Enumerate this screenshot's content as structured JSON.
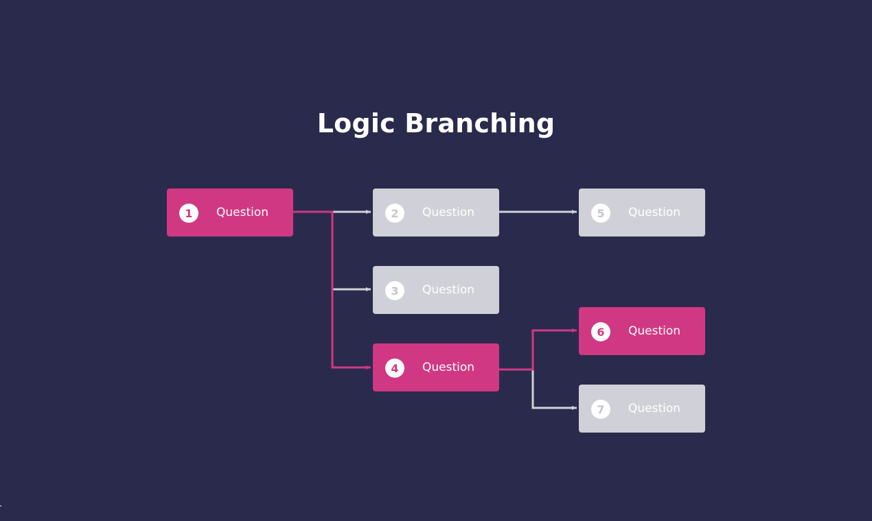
{
  "title": "Logic Branching",
  "colors": {
    "background": "#2a2a4c",
    "active": "#d13883",
    "inactive": "#d0d1d8",
    "active_line": "#d13883",
    "inactive_line": "#d0d1d8"
  },
  "nodes": [
    {
      "number": "1",
      "label": "Question",
      "state": "active"
    },
    {
      "number": "2",
      "label": "Question",
      "state": "inactive"
    },
    {
      "number": "3",
      "label": "Question",
      "state": "inactive"
    },
    {
      "number": "4",
      "label": "Question",
      "state": "active"
    },
    {
      "number": "5",
      "label": "Question",
      "state": "inactive"
    },
    {
      "number": "6",
      "label": "Question",
      "state": "active"
    },
    {
      "number": "7",
      "label": "Question",
      "state": "inactive"
    }
  ],
  "edges": [
    {
      "from": "1",
      "to": "2",
      "state": "inactive"
    },
    {
      "from": "1",
      "to": "3",
      "state": "inactive"
    },
    {
      "from": "1",
      "to": "4",
      "state": "active"
    },
    {
      "from": "2",
      "to": "5",
      "state": "inactive"
    },
    {
      "from": "4",
      "to": "6",
      "state": "active"
    },
    {
      "from": "4",
      "to": "7",
      "state": "inactive"
    }
  ]
}
